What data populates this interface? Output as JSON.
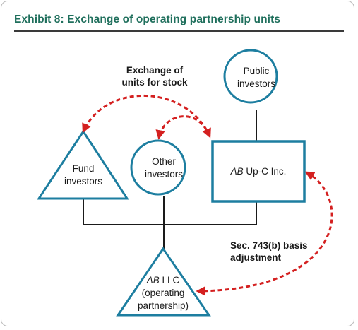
{
  "exhibit": {
    "title": "Exhibit 8: Exchange of operating partnership units"
  },
  "nodes": {
    "public_investors": {
      "line1": "Public",
      "line2": "investors"
    },
    "other_investors": {
      "line1": "Other",
      "line2": "investors"
    },
    "fund_investors": {
      "line1": "Fund",
      "line2": "investors"
    },
    "up_c": {
      "italic": "AB",
      "rest": " Up-C Inc."
    },
    "llc": {
      "italic": "AB",
      "rest": " LLC",
      "line2": "(operating",
      "line3": "partnership)"
    }
  },
  "annotations": {
    "exchange_line1": "Exchange of",
    "exchange_line2": "units for stock",
    "basis_line1": "Sec. 743(b) basis",
    "basis_line2": "adjustment"
  },
  "colors": {
    "title": "#1f6f5c",
    "shape_stroke": "#1d7ea0",
    "connector": "#1a1a1a",
    "arrow": "#d42020"
  }
}
